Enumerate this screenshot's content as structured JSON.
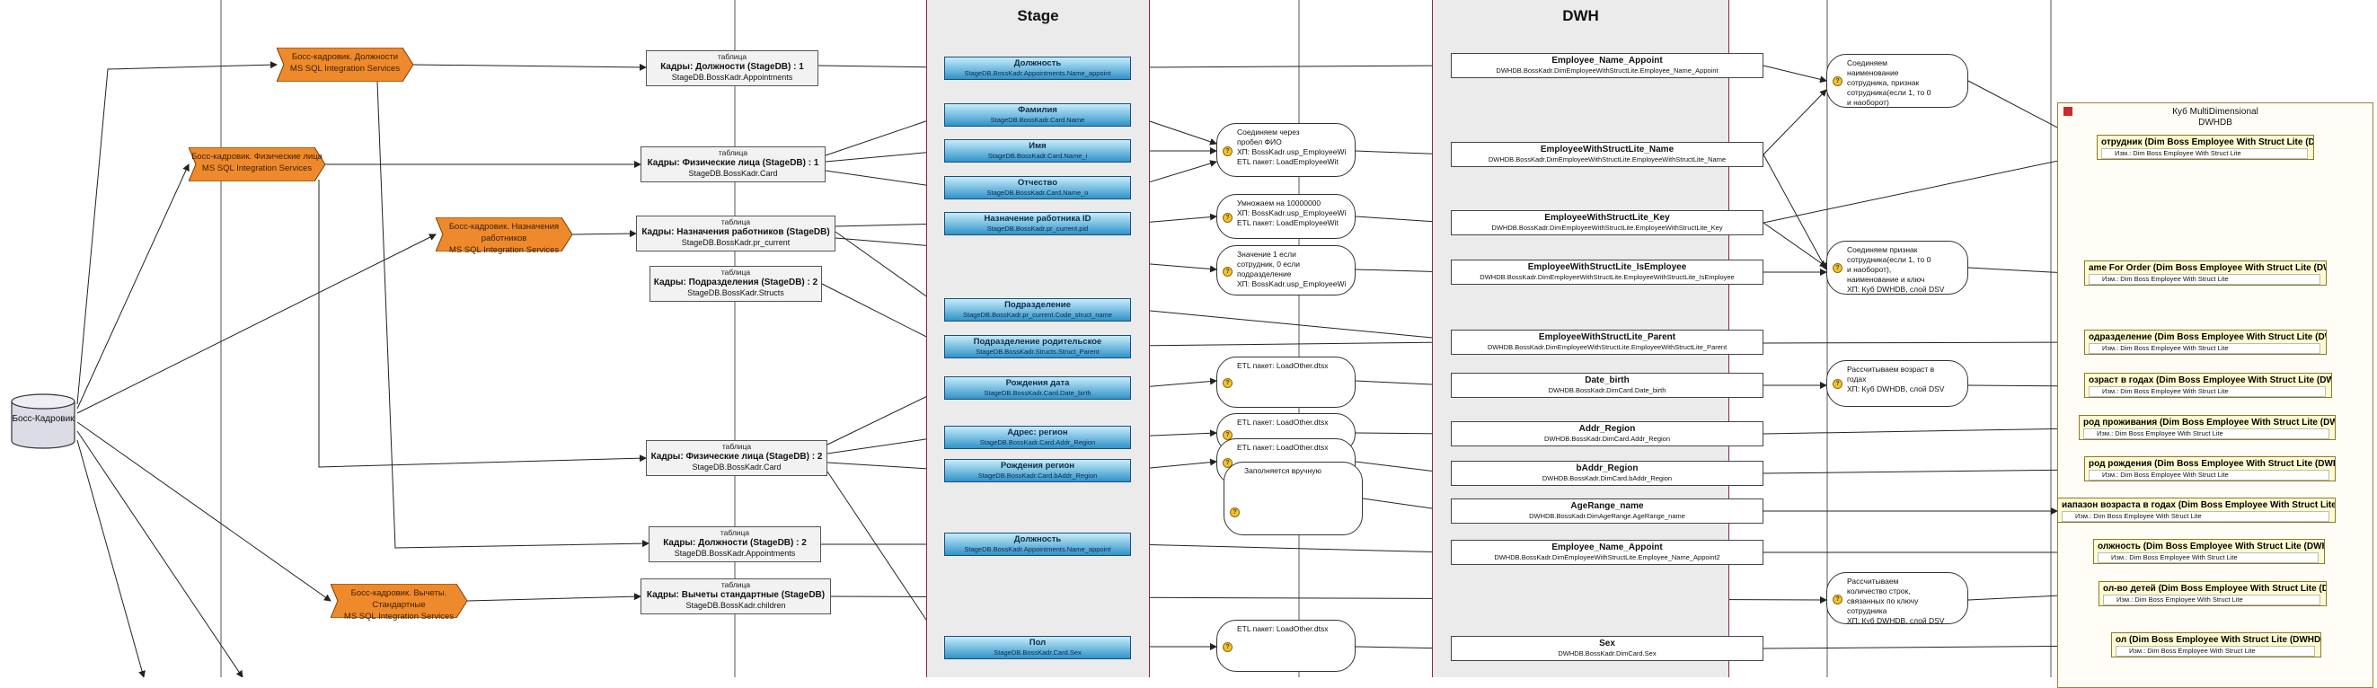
{
  "zones": {
    "stage_title": "Stage",
    "dwh_title": "DWH"
  },
  "source": {
    "label": "Босс-Кадровик"
  },
  "ssis": [
    {
      "id": "ssis1",
      "line1": "Босс-кадровик. Должности",
      "line2": "MS SQL Integration Services"
    },
    {
      "id": "ssis2",
      "line1": "Босс-кадровик. Физические лица",
      "line2": "MS SQL Integration Services"
    },
    {
      "id": "ssis3",
      "line1": "Босс-кадровик. Назначения работников",
      "line2": "MS SQL Integration Services"
    },
    {
      "id": "ssis4",
      "line1": "Босс-кадровик. Вычеты. Стандартные",
      "line2": "MS SQL Integration Services"
    }
  ],
  "tables": [
    {
      "id": "t1",
      "kind": "таблица",
      "title": "Кадры: Должности (StageDB) : 1",
      "sub": "StageDB.BossKadr.Appointments"
    },
    {
      "id": "t2",
      "kind": "таблица",
      "title": "Кадры: Физические лица (StageDB) : 1",
      "sub": "StageDB.BossKadr.Card"
    },
    {
      "id": "t3",
      "kind": "таблица",
      "title": "Кадры: Назначения работников (StageDB)",
      "sub": "StageDB.BossKadr.pr_current"
    },
    {
      "id": "t4",
      "kind": "таблица",
      "title": "Кадры: Подразделения (StageDB) : 2",
      "sub": "StageDB.BossKadr.Structs"
    },
    {
      "id": "t5",
      "kind": "таблица",
      "title": "Кадры: Физические лица (StageDB) : 2",
      "sub": "StageDB.BossKadr.Card"
    },
    {
      "id": "t6",
      "kind": "таблица",
      "title": "Кадры: Должности (StageDB) : 2",
      "sub": "StageDB.BossKadr.Appointments"
    },
    {
      "id": "t7",
      "kind": "таблица",
      "title": "Кадры: Вычеты стандартные (StageDB)",
      "sub": "StageDB.BossKadr.children"
    }
  ],
  "stage_fields": [
    {
      "id": "s1",
      "title": "Должность",
      "sub": "StageDB.BossKadr.Appointments.Name_appoint"
    },
    {
      "id": "s2",
      "title": "Фамилия",
      "sub": "StageDB.BossKadr.Card.Name"
    },
    {
      "id": "s3",
      "title": "Имя",
      "sub": "StageDB.BossKadr.Card.Name_i"
    },
    {
      "id": "s4",
      "title": "Отчество",
      "sub": "StageDB.BossKadr.Card.Name_o"
    },
    {
      "id": "s5",
      "title": "Назначение работника ID",
      "sub": "StageDB.BossKadr.pr_current.pid"
    },
    {
      "id": "s6",
      "title": "Подразделение",
      "sub": "StageDB.BossKadr.pr_current.Code_struct_name"
    },
    {
      "id": "s7",
      "title": "Подразделение родительское",
      "sub": "StageDB.BossKadr.Structs.Struct_Parent"
    },
    {
      "id": "s8",
      "title": "Рождения дата",
      "sub": "StageDB.BossKadr.Card.Date_birth"
    },
    {
      "id": "s9",
      "title": "Адрес: регион",
      "sub": "StageDB.BossKadr.Card.Addr_Region"
    },
    {
      "id": "s10",
      "title": "Рождения регион",
      "sub": "StageDB.BossKadr.Card.bAddr_Region"
    },
    {
      "id": "s11",
      "title": "Должность",
      "sub": "StageDB.BossKadr.Appointments.Name_appoint"
    },
    {
      "id": "s12",
      "title": "Пол",
      "sub": "StageDB.BossKadr.Card.Sex"
    }
  ],
  "etl_notes": [
    {
      "id": "n1",
      "lines": [
        "Соединяем через",
        "пробел ФИО",
        "XП: BossKadr.usp_EmployeeWi",
        "ETL пакет: LoadEmployeeWit"
      ]
    },
    {
      "id": "n2",
      "lines": [
        "Умножаем на 10000000",
        "XП: BossKadr.usp_EmployeeWi",
        "ETL пакет: LoadEmployeeWit"
      ]
    },
    {
      "id": "n3",
      "lines": [
        "Значение 1 если",
        "сотрудник, 0 если",
        "подразделение",
        "XП: BossKadr.usp_EmployeeWi"
      ]
    },
    {
      "id": "n4",
      "lines": [
        "ETL пакет: LoadOther.dtsx"
      ]
    },
    {
      "id": "n5",
      "lines": [
        "ETL пакет: LoadOther.dtsx"
      ]
    },
    {
      "id": "n6",
      "lines": [
        "ETL пакет: LoadOther.dtsx"
      ]
    },
    {
      "id": "n7",
      "lines": [
        "",
        "",
        "Заполняется вручную"
      ]
    },
    {
      "id": "n8",
      "lines": [
        "ETL пакет: LoadOther.dtsx"
      ]
    }
  ],
  "dwh_fields": [
    {
      "id": "d1",
      "title": "Employee_Name_Appoint",
      "sub": "DWHDB.BossKadr.DimEmployeeWithStructLite.Employee_Name_Appoint"
    },
    {
      "id": "d2",
      "title": "EmployeeWithStructLite_Name",
      "sub": "DWHDB.BossKadr.DimEmployeeWithStructLite.EmployeeWithStructLite_Name"
    },
    {
      "id": "d3",
      "title": "EmployeeWithStructLite_Key",
      "sub": "DWHDB.BossKadr.DimEmployeeWithStructLite.EmployeeWithStructLite_Key"
    },
    {
      "id": "d4",
      "title": "EmployeeWithStructLite_IsEmployee",
      "sub": "DWHDB.BossKadr.DimEmployeeWithStructLite.EmployeeWithStructLite_IsEmployee"
    },
    {
      "id": "d5",
      "title": "EmployeeWithStructLite_Parent",
      "sub": "DWHDB.BossKadr.DimEmployeeWithStructLite.EmployeeWithStructLite_Parent"
    },
    {
      "id": "d6",
      "title": "Date_birth",
      "sub": "DWHDB.BossKadr.DimCard.Date_birth"
    },
    {
      "id": "d7",
      "title": "Addr_Region",
      "sub": "DWHDB.BossKadr.DimCard.Addr_Region"
    },
    {
      "id": "d8",
      "title": "bAddr_Region",
      "sub": "DWHDB.BossKadr.DimCard.bAddr_Region"
    },
    {
      "id": "d9",
      "title": "AgeRange_name",
      "sub": "DWHDB.BossKadr.DimAgeRange.AgeRange_name"
    },
    {
      "id": "d10",
      "title": "Employee_Name_Appoint",
      "sub": "DWHDB.BossKadr.DimEmployeeWithStructLite.Employee_Name_Appoint2"
    },
    {
      "id": "d11",
      "title": "Sex",
      "sub": "DWHDB.BossKadr.DimCard.Sex"
    }
  ],
  "dwh_notes": [
    {
      "id": "m1",
      "lines": [
        "Соединяем",
        "наименование",
        "сотрудника, признак",
        "сотрудника(если 1, то 0",
        "и наоборот)"
      ]
    },
    {
      "id": "m2",
      "lines": [
        "Соединяем признак",
        "сотрудника(если 1, то 0",
        "и наоборот),",
        "наименование и ключ",
        "XП: Куб DWHDB, слой DSV"
      ]
    },
    {
      "id": "m3",
      "lines": [
        "Рассчитываем возраст в",
        "годах",
        "XП: Куб DWHDB, слой DSV"
      ]
    },
    {
      "id": "m4",
      "lines": [
        "Рассчитываем",
        "количество строк,",
        "связанных по ключу",
        "сотрудника",
        "XП: Куб DWHDB, слой DSV"
      ]
    }
  ],
  "cube": {
    "line1": "Куб MultiDimensional",
    "line2": "DWHDB",
    "attrs": [
      {
        "id": "c1",
        "title": "отрудник (Dim Boss Employee With Struct Lite (DWHD",
        "sub": "Изм.: Dim Boss Employee With Struct Lite"
      },
      {
        "id": "c2",
        "title": "ame For Order (Dim Boss Employee With Struct Lite (DWHD",
        "sub": "Изм.: Dim Boss Employee With Struct Lite"
      },
      {
        "id": "c3",
        "title": "одразделение (Dim Boss Employee With Struct Lite (DWHD",
        "sub": "Изм.: Dim Boss Employee With Struct Lite"
      },
      {
        "id": "c4",
        "title": "озраст в годах (Dim Boss Employee With Struct Lite (DWHD",
        "sub": "Изм.: Dim Boss Employee With Struct Lite"
      },
      {
        "id": "c5",
        "title": "род проживания (Dim Boss Employee With Struct Lite (DWHD",
        "sub": "Изм.: Dim Boss Employee With Struct Lite"
      },
      {
        "id": "c6",
        "title": "род рождения (Dim Boss Employee With Struct Lite (DWHD",
        "sub": "Изм.: Dim Boss Employee With Struct Lite"
      },
      {
        "id": "c7",
        "title": "иапазон возраста в годах (Dim Boss Employee With Struct Lite (DWHD",
        "sub": "Изм.: Dim Boss Employee With Struct Lite"
      },
      {
        "id": "c8",
        "title": "олжность (Dim Boss Employee With Struct Lite (DWHD",
        "sub": "Изм.: Dim Boss Employee With Struct Lite"
      },
      {
        "id": "c9",
        "title": "ол-во детей (Dim Boss Employee With Struct Lite (DWHD",
        "sub": "Изм.: Dim Boss Employee With Struct Lite"
      },
      {
        "id": "c10",
        "title": "ол (Dim Boss Employee With Struct Lite (DWHDB",
        "sub": "Изм.: Dim Boss Employee With Struct Lite"
      }
    ]
  }
}
